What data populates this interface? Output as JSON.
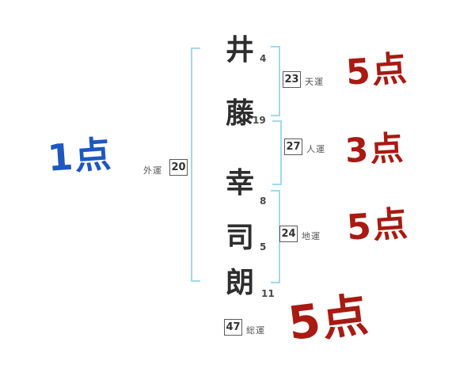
{
  "colors": {
    "bracket": "#a5d8ec",
    "red": "#a81a12",
    "blue": "#1c58c0",
    "ink": "#2e2e2e"
  },
  "name": {
    "chars": [
      {
        "char": "井",
        "strokes": "4"
      },
      {
        "char": "藤",
        "strokes": "19"
      },
      {
        "char": "幸",
        "strokes": "8"
      },
      {
        "char": "司",
        "strokes": "5"
      },
      {
        "char": "朗",
        "strokes": "11"
      }
    ]
  },
  "fortunes": {
    "outer": {
      "label": "外運",
      "value": "20",
      "score": "1点"
    },
    "heaven": {
      "label": "天運",
      "value": "23",
      "score": "5点"
    },
    "person": {
      "label": "人運",
      "value": "27",
      "score": "3点"
    },
    "earth": {
      "label": "地運",
      "value": "24",
      "score": "5点"
    },
    "total": {
      "label": "総運",
      "value": "47",
      "score": "5点"
    }
  }
}
